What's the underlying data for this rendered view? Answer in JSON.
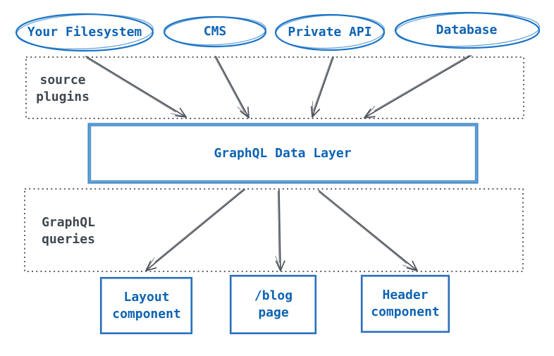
{
  "colors": {
    "node_blue": "#1b74c5",
    "text_blue": "#0d63b4",
    "box_blue": "#2a70bd",
    "layer_outer": "#4c92cd",
    "layer_inner": "#2e79c0",
    "arrow_gray": "#4e545c",
    "section_gray": "#5c6268",
    "section_text": "#40484f",
    "background": "#ffffff"
  },
  "source_nodes": [
    {
      "label": "Your Filesystem"
    },
    {
      "label": "CMS"
    },
    {
      "label": "Private API"
    },
    {
      "label": "Database"
    }
  ],
  "source_plugins_section": {
    "line1": "source",
    "line2": "plugins"
  },
  "data_layer": {
    "label": "GraphQL Data Layer"
  },
  "queries_section": {
    "line1": "GraphQL",
    "line2": "queries"
  },
  "consumer_nodes": [
    {
      "line1": "Layout",
      "line2": "component"
    },
    {
      "line1": "/blog",
      "line2": "page"
    },
    {
      "line1": "Header",
      "line2": "component"
    }
  ]
}
